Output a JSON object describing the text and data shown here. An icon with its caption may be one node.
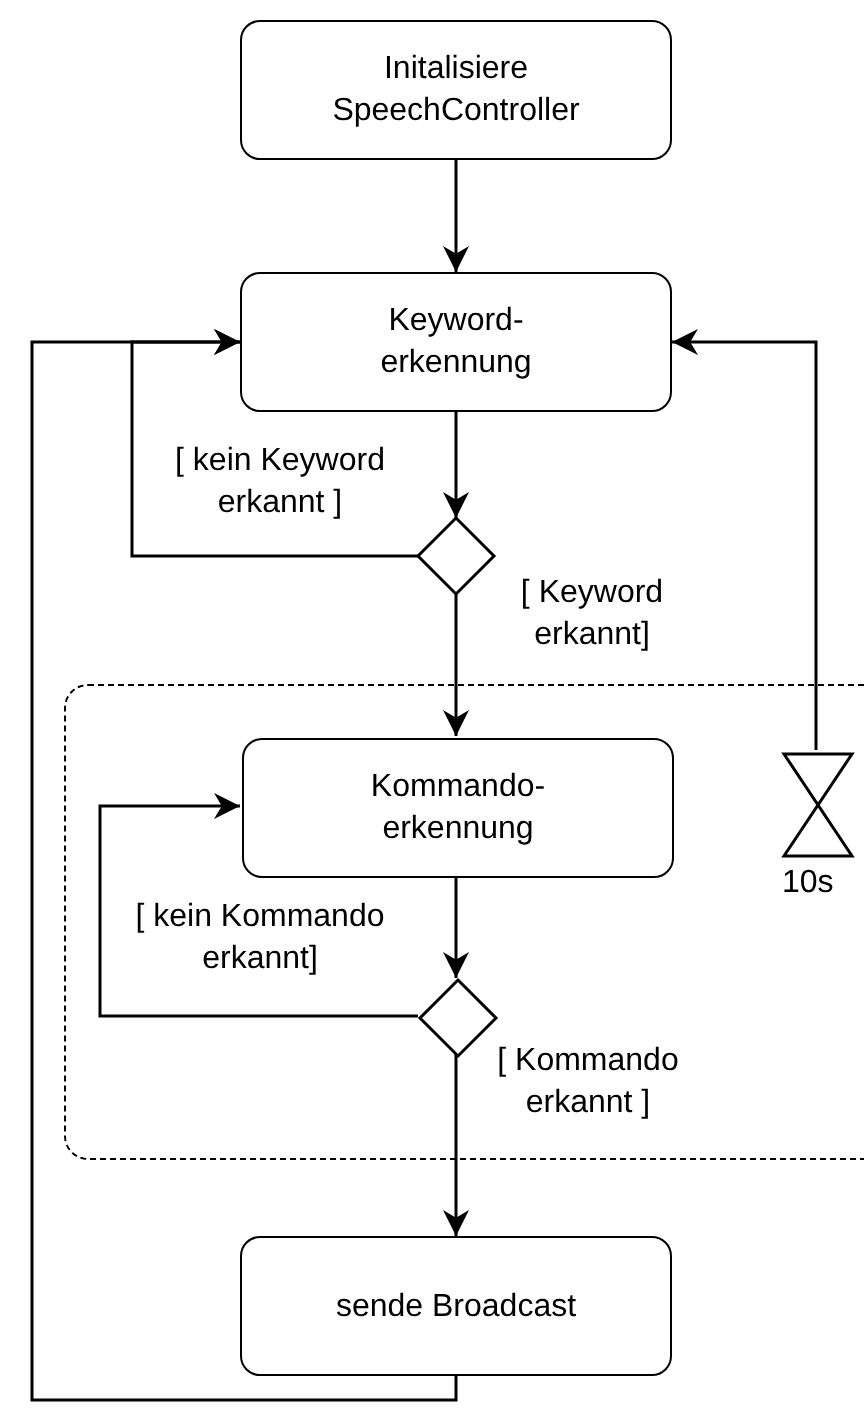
{
  "diagram": {
    "nodes": [
      {
        "text": [
          "Initalisiere SpeechController"
        ]
      },
      {
        "text": [
          "Keyword- erkennung"
        ]
      },
      {
        "text": [],
        "shape": "diamond"
      },
      {
        "text": [],
        "shape": "box"
      },
      {
        "text": [
          "Kommando- erkennung"
        ],
        "in": 3
      },
      {
        "text": [],
        "shape": "diamond",
        "in": 3
      },
      {
        "text": [],
        "shape": "hourglass",
        "in": 3,
        "beside": [
          "10s"
        ]
      },
      {
        "text": [
          "sende Broadcast"
        ]
      }
    ],
    "edges": [
      {
        "from": 0,
        "to": 1,
        "arrow": "to"
      },
      {
        "from": 1,
        "to": 2,
        "arrow": "to"
      },
      {
        "from": 2,
        "to": 1,
        "arrow": "to",
        "label": "[ kein Keyword erkannt ]"
      },
      {
        "from": 2,
        "to": 4,
        "arrow": "to",
        "label": "[ Keyword erkannt]"
      },
      {
        "from": 4,
        "to": 5,
        "arrow": "to"
      },
      {
        "from": 5,
        "to": 4,
        "arrow": "to",
        "label": "[ kein Kommando erkannt]"
      },
      {
        "from": 5,
        "to": 7,
        "arrow": "to",
        "label": "[ Kommando erkannt ]"
      },
      {
        "from": 6,
        "to": 1,
        "arrow": "to"
      },
      {
        "from": 7,
        "to": 1,
        "arrow": "to"
      }
    ]
  }
}
